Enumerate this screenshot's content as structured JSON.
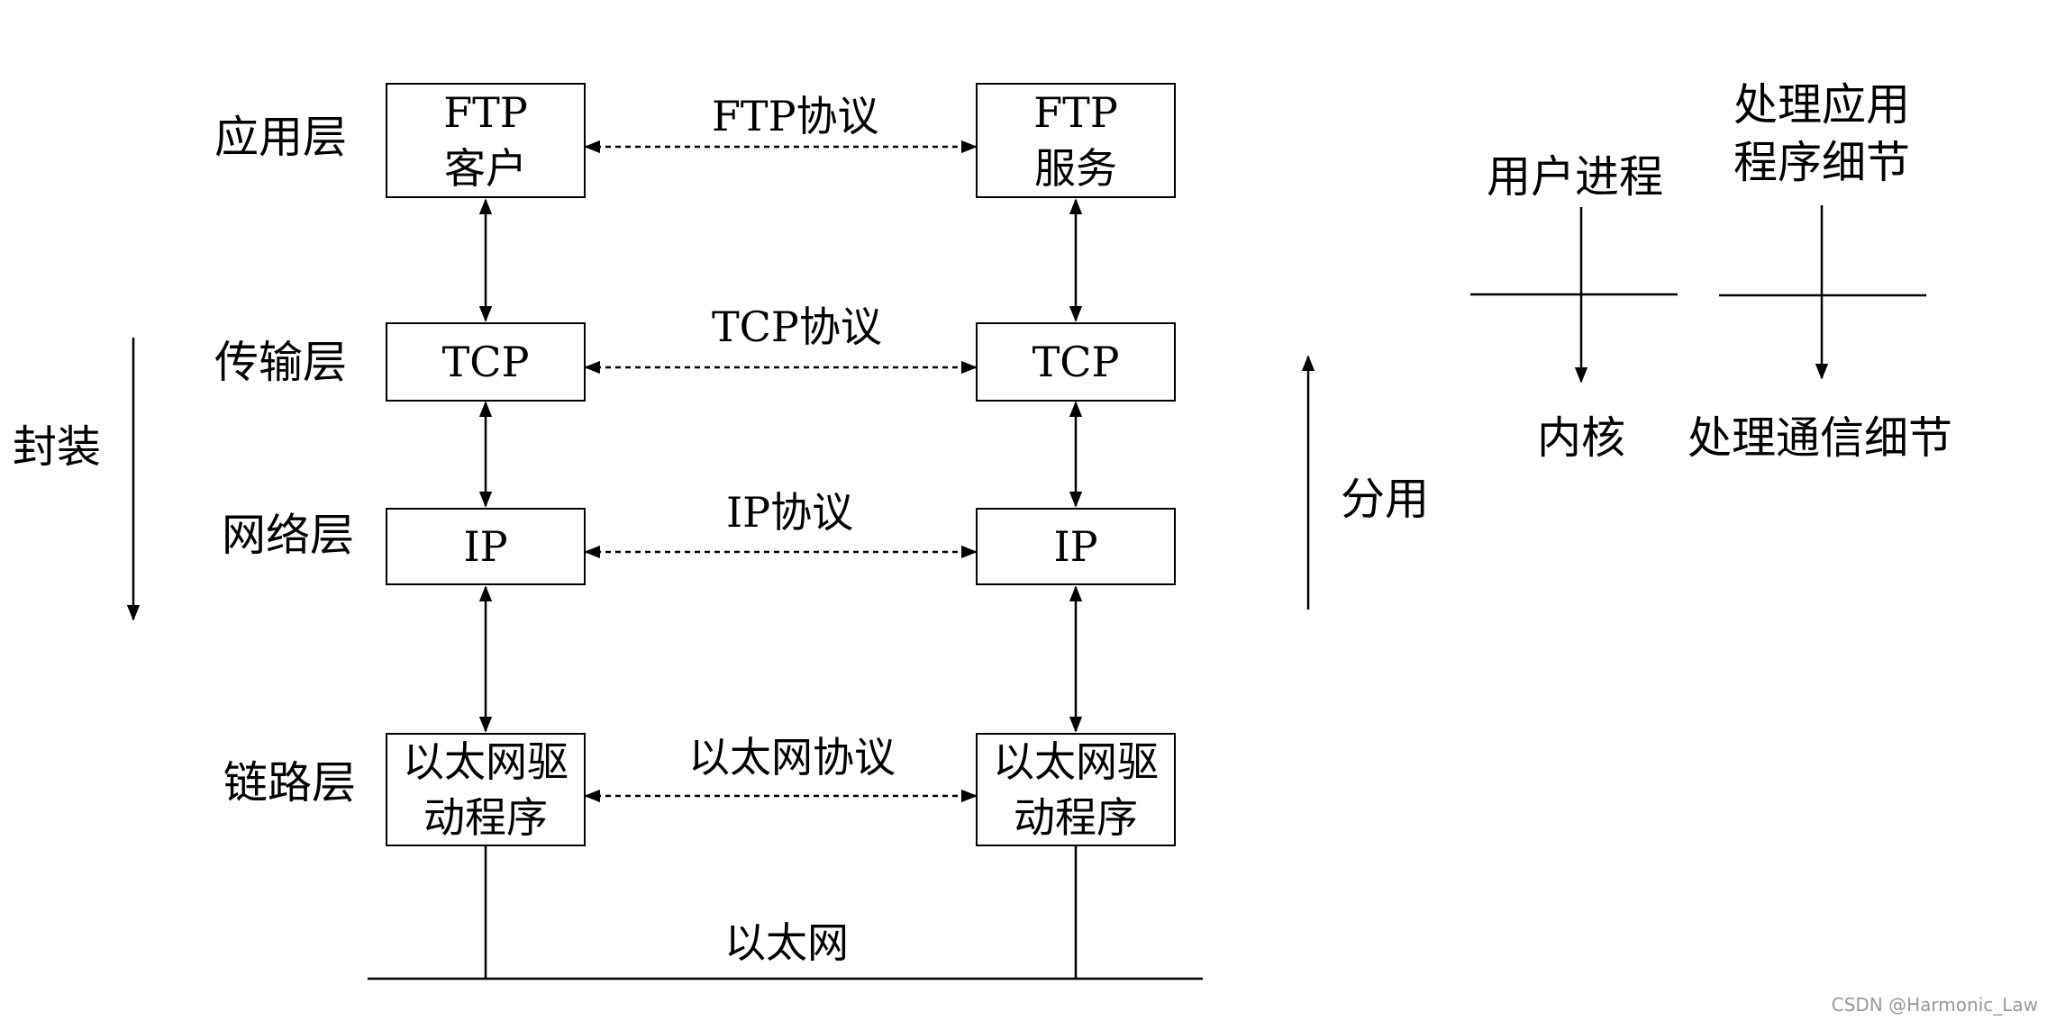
{
  "layers": {
    "application": "应用层",
    "transport": "传输层",
    "network": "网络层",
    "link": "链路层"
  },
  "client": {
    "app_line1": "FTP",
    "app_line2": "客户",
    "transport": "TCP",
    "network": "IP",
    "link_line1": "以太网驱",
    "link_line2": "动程序"
  },
  "server": {
    "app_line1": "FTP",
    "app_line2": "服务",
    "transport": "TCP",
    "network": "IP",
    "link_line1": "以太网驱",
    "link_line2": "动程序"
  },
  "protocols": {
    "application": "FTP协议",
    "transport": "TCP协议",
    "network": "IP协议",
    "link": "以太网协议"
  },
  "medium": "以太网",
  "encapsulation": "封装",
  "demultiplexing": "分用",
  "user_process": "用户进程",
  "kernel": "内核",
  "app_details_line1": "处理应用",
  "app_details_line2": "程序细节",
  "comm_details": "处理通信细节",
  "watermark": "CSDN @Harmonic_Law"
}
